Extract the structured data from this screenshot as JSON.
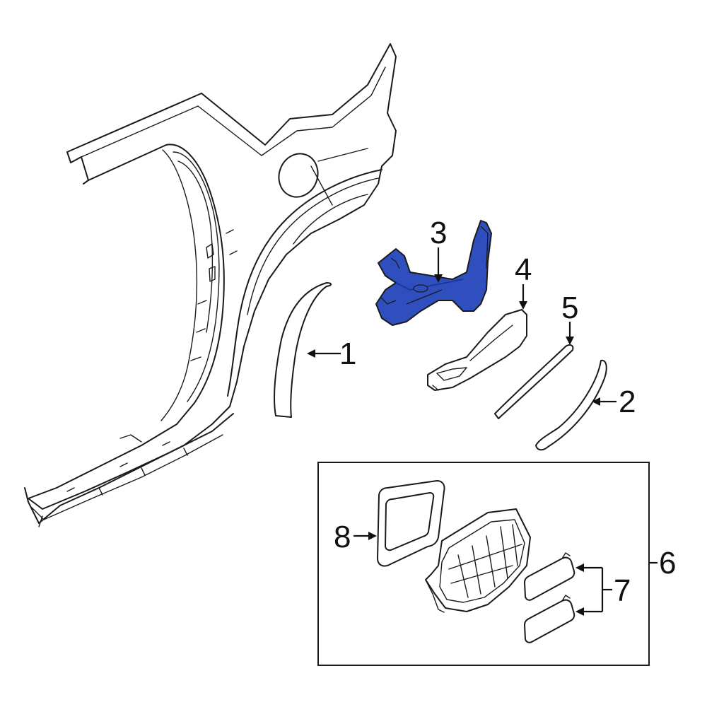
{
  "colors": {
    "line": "#1a1a1a",
    "highlight": "#2f4fbf",
    "highlight_dark": "#1f3799",
    "background": "#ffffff"
  },
  "callouts": {
    "c1": "1",
    "c2": "2",
    "c3": "3",
    "c4": "4",
    "c5": "5",
    "c6": "6",
    "c7": "7",
    "c8": "8"
  }
}
